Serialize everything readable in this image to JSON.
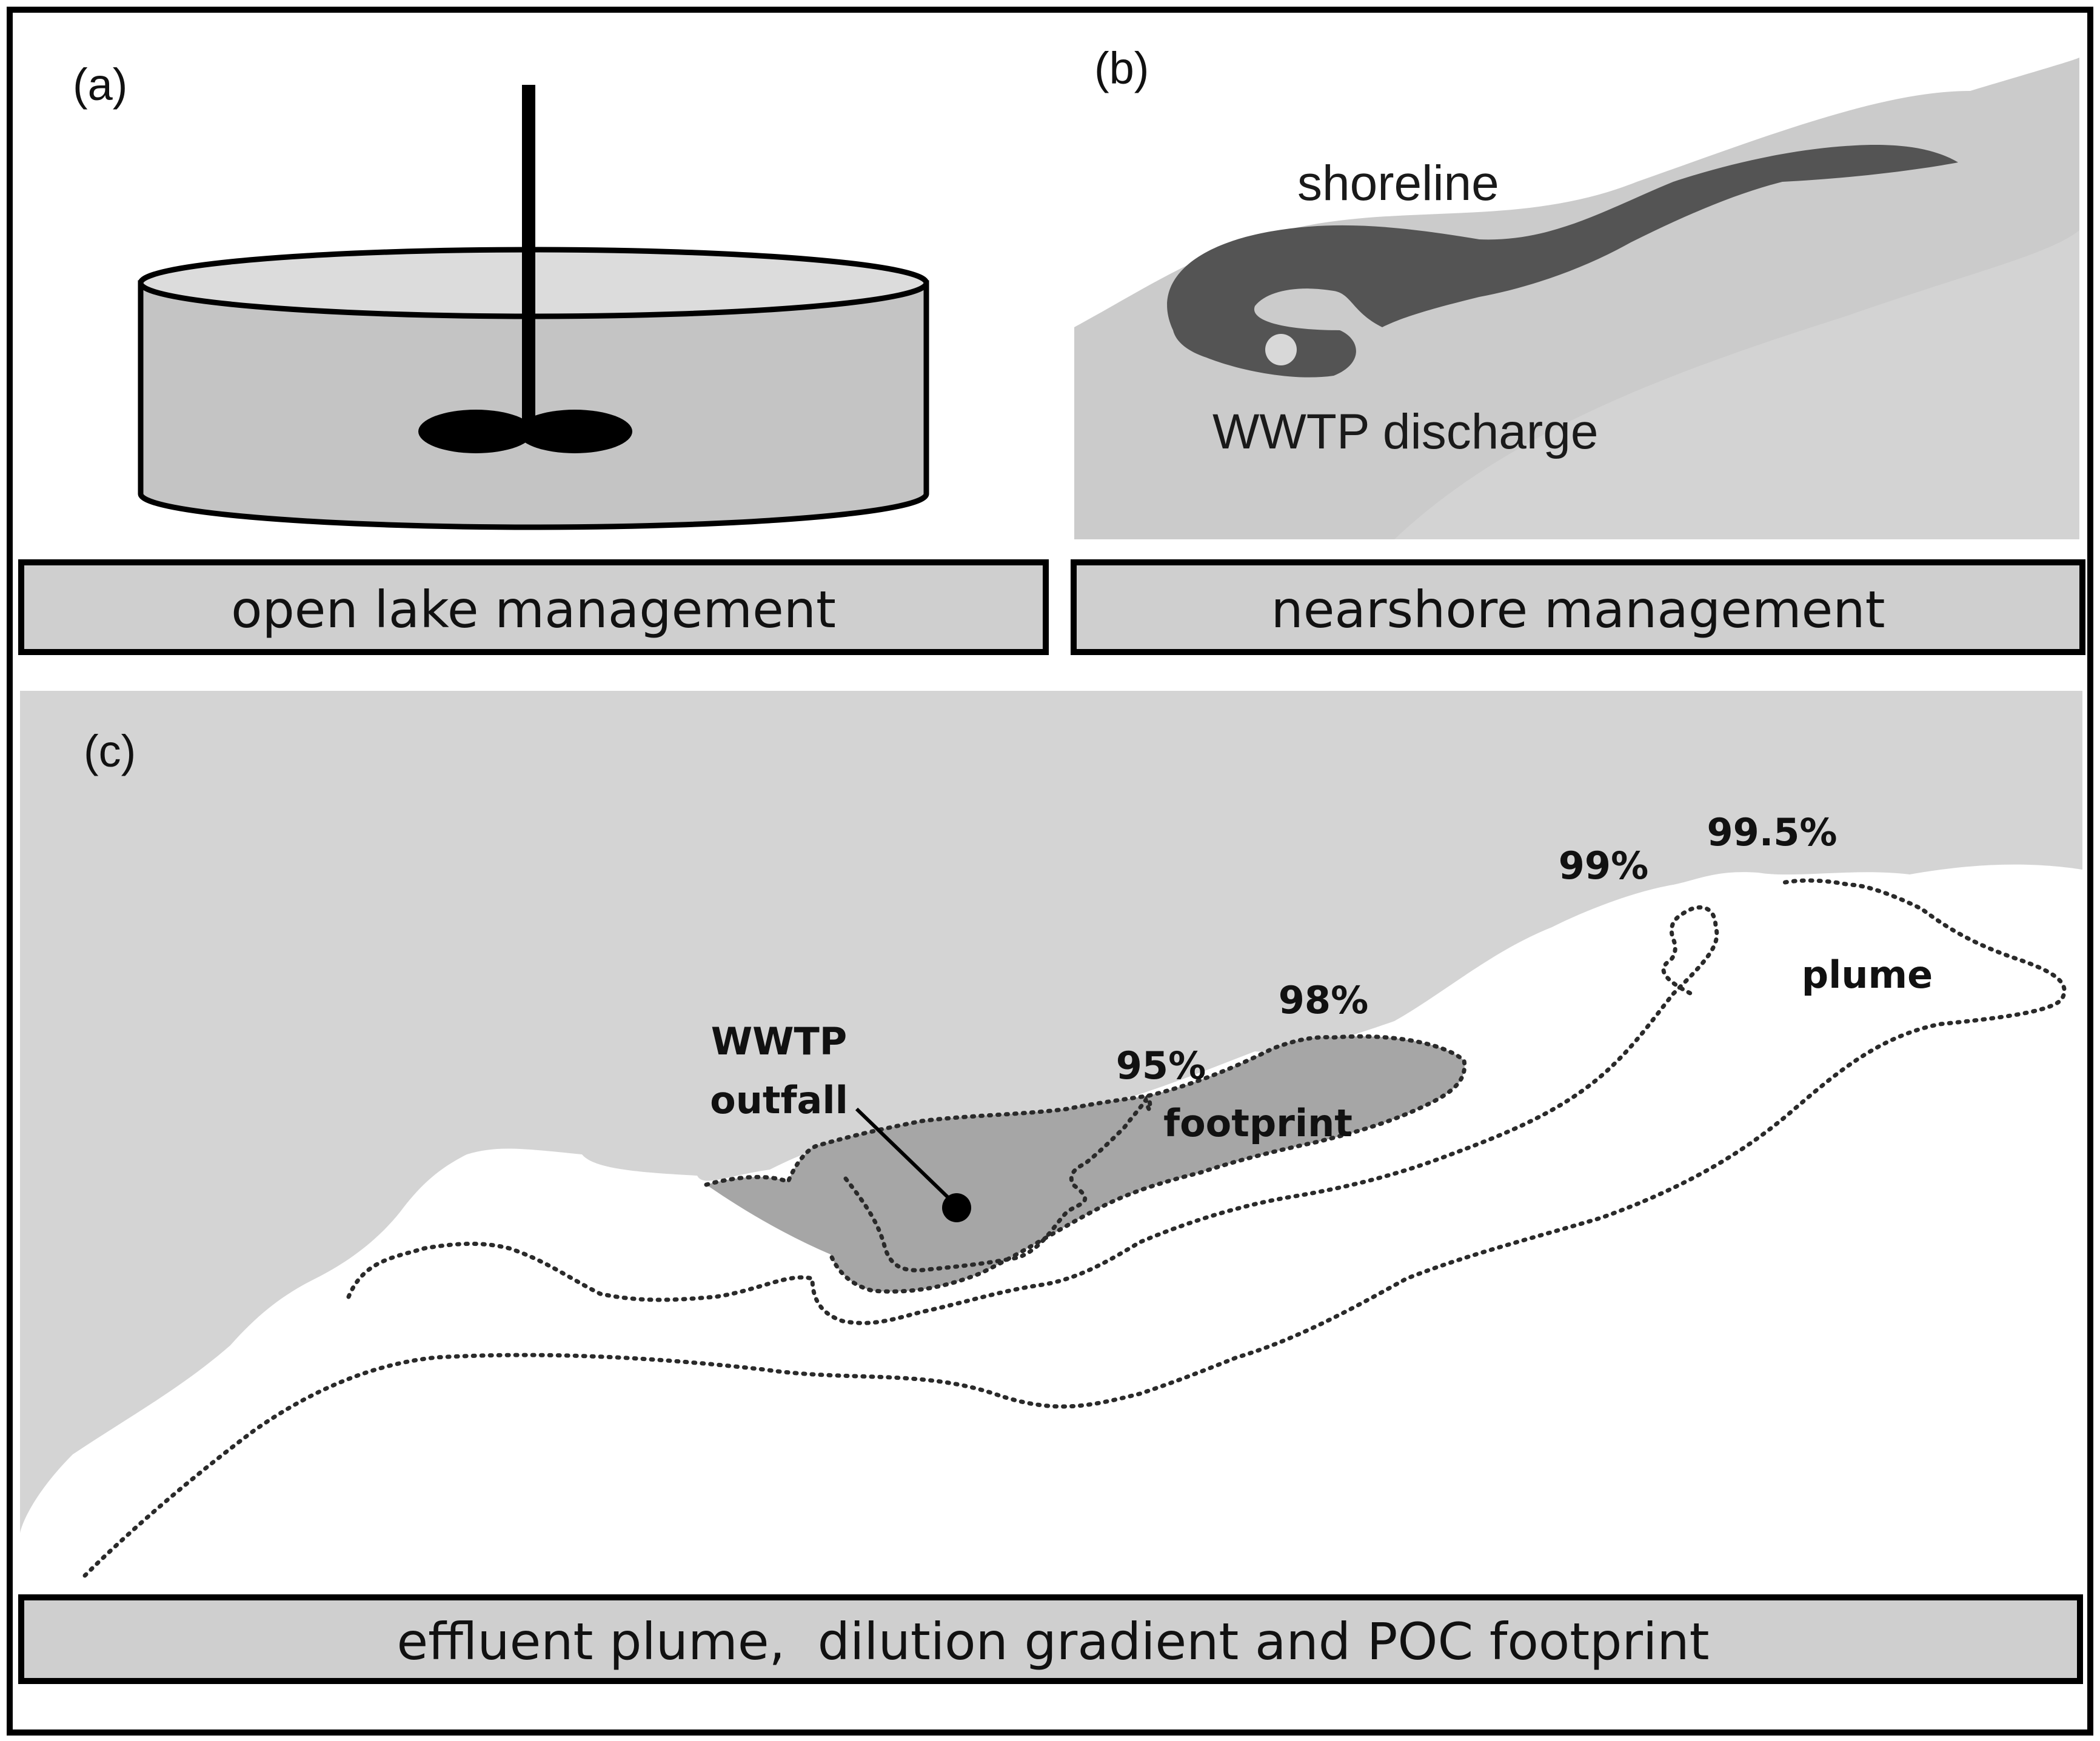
{
  "panels": {
    "a": {
      "letter": "(a)",
      "caption": "open lake management",
      "icons": {
        "tank": "stirred-tank-icon",
        "impeller": "impeller-icon"
      }
    },
    "b": {
      "letter": "(b)",
      "caption": "nearshore management",
      "labels": {
        "shoreline": "shoreline",
        "discharge": "WWTP discharge"
      }
    },
    "c": {
      "letter": "(c)",
      "caption": "effluent plume,  dilution gradient and POC footprint",
      "labels": {
        "outfall_line1": "WWTP",
        "outfall_line2": "outfall",
        "footprint": "footprint",
        "plume": "plume",
        "p95": "95%",
        "p98": "98%",
        "p99": "99%",
        "p995": "99.5%"
      }
    }
  },
  "colors": {
    "land": "#d4d4d4",
    "tank_body": "#c4c4c4",
    "tank_top": "#dcdcdc",
    "footprint": "#a6a6a6",
    "dark_plume": "#545454",
    "caption_bar": "#cfcfcf"
  }
}
